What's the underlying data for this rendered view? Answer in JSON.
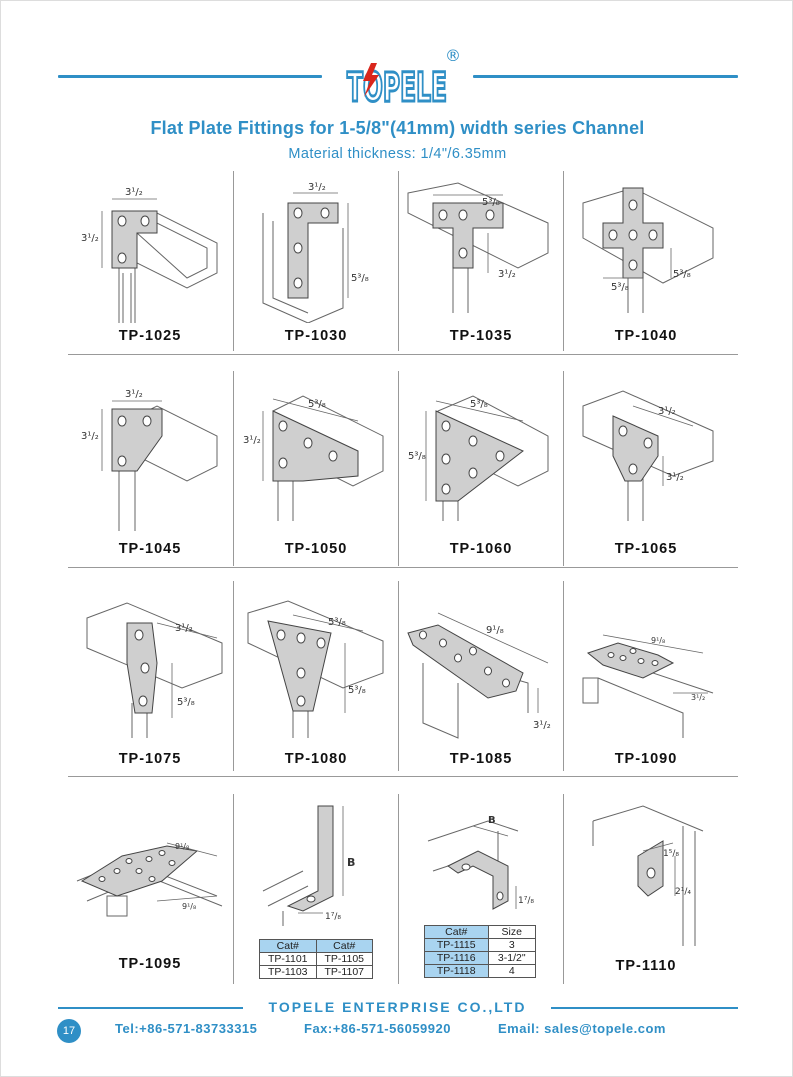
{
  "brand": {
    "logo_text": "TOPELE",
    "registered": "®"
  },
  "header": {
    "title": "Flat Plate Fittings for 1-5/8\"(41mm) width series Channel",
    "subtitle": "Material thickness: 1/4\"/6.35mm"
  },
  "products": [
    {
      "code": "TP-1025",
      "dims": [
        "3¹/₂",
        "3¹/₂"
      ]
    },
    {
      "code": "TP-1030",
      "dims": [
        "3¹/₂",
        "5³/₈"
      ]
    },
    {
      "code": "TP-1035",
      "dims": [
        "5³/₈",
        "3¹/₂"
      ]
    },
    {
      "code": "TP-1040",
      "dims": [
        "5³/₈",
        "5³/₈"
      ]
    },
    {
      "code": "TP-1045",
      "dims": [
        "3¹/₂",
        "3¹/₂"
      ]
    },
    {
      "code": "TP-1050",
      "dims": [
        "5³/₈",
        "3¹/₂"
      ]
    },
    {
      "code": "TP-1060",
      "dims": [
        "5³/₈",
        "5³/₈"
      ]
    },
    {
      "code": "TP-1065",
      "dims": [
        "3¹/₂",
        "3¹/₂"
      ]
    },
    {
      "code": "TP-1075",
      "dims": [
        "3¹/₂",
        "5³/₈"
      ]
    },
    {
      "code": "TP-1080",
      "dims": [
        "5³/₈",
        "5³/₈"
      ]
    },
    {
      "code": "TP-1085",
      "dims": [
        "9¹/₈",
        "3¹/₂"
      ]
    },
    {
      "code": "TP-1090",
      "dims": [
        "9¹/₈",
        "3¹/₂"
      ]
    },
    {
      "code": "TP-1095",
      "dims": [
        "9¹/₈",
        "9¹/₈"
      ]
    },
    {
      "code": "",
      "dims": [
        "B",
        "1⁷/₈"
      ]
    },
    {
      "code": "",
      "dims": [
        "B",
        "1⁷/₈"
      ]
    },
    {
      "code": "TP-1110",
      "dims": [
        "1⁵/₈",
        "2¹/₄"
      ]
    }
  ],
  "table_a": {
    "headers": [
      "Cat#",
      "Cat#"
    ],
    "rows": [
      [
        "TP-1101",
        "TP-1105"
      ],
      [
        "TP-1103",
        "TP-1107"
      ]
    ]
  },
  "table_b": {
    "headers": [
      "Cat#",
      "Size"
    ],
    "rows": [
      [
        "TP-1115",
        "3"
      ],
      [
        "TP-1116",
        "3-1/2\""
      ],
      [
        "TP-1118",
        "4"
      ]
    ]
  },
  "footer": {
    "company": "TOPELE ENTERPRISE CO.,LTD",
    "page_number": "17",
    "tel": "Tel:+86-571-83733315",
    "fax": "Fax:+86-571-56059920",
    "email": "Email: sales@topele.com"
  },
  "colors": {
    "accent": "#2f8fc6",
    "logo_red": "#d9261c",
    "table_header": "#a9d4f0"
  },
  "icons": {
    "plate": "flat-plate-fitting-icon"
  }
}
